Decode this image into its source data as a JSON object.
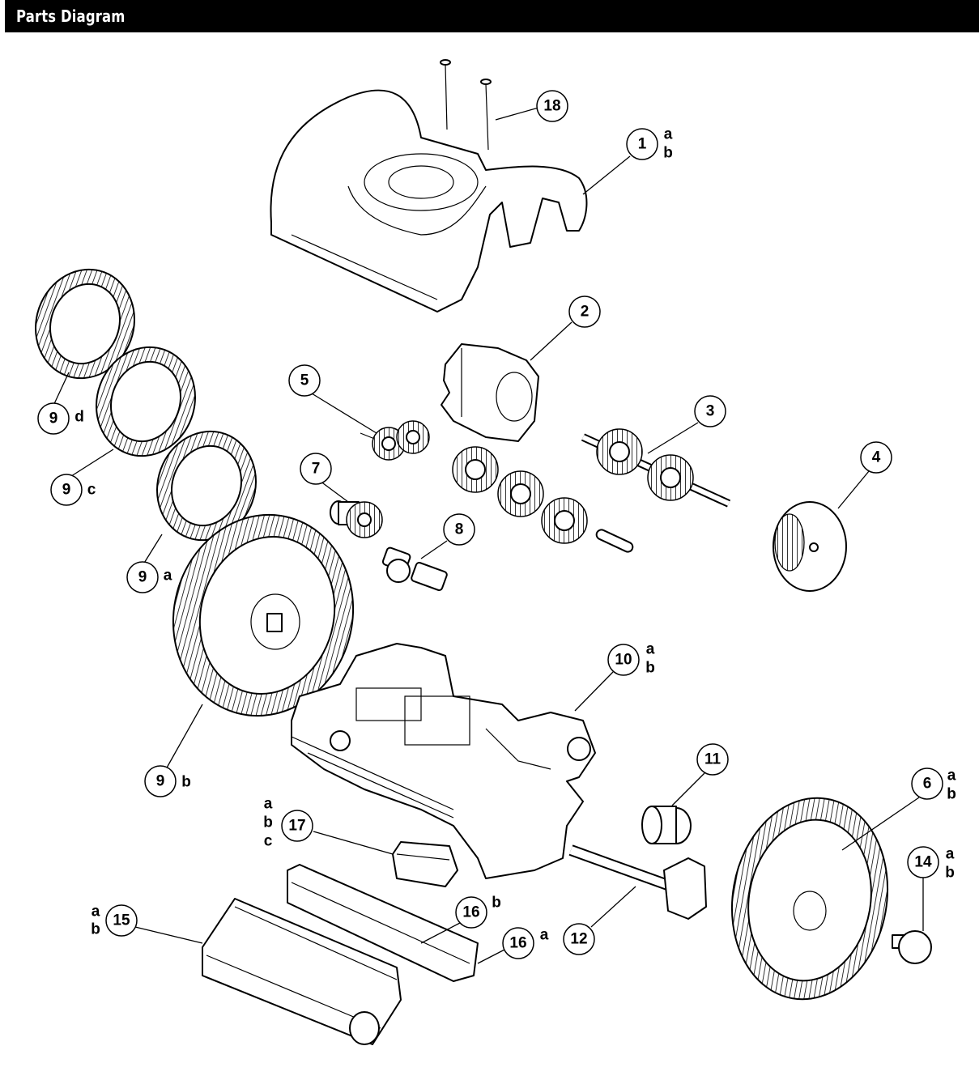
{
  "header": {
    "title": "Parts Diagram"
  },
  "callouts": [
    {
      "id": "c18",
      "number": "18",
      "suffixes": []
    },
    {
      "id": "c1",
      "number": "1",
      "suffixes": [
        "a",
        "b"
      ]
    },
    {
      "id": "c2",
      "number": "2",
      "suffixes": []
    },
    {
      "id": "c3",
      "number": "3",
      "suffixes": []
    },
    {
      "id": "c4",
      "number": "4",
      "suffixes": []
    },
    {
      "id": "c5",
      "number": "5",
      "suffixes": []
    },
    {
      "id": "c7",
      "number": "7",
      "suffixes": []
    },
    {
      "id": "c8",
      "number": "8",
      "suffixes": []
    },
    {
      "id": "c9d",
      "number": "9",
      "suffixes": [
        "d"
      ]
    },
    {
      "id": "c9c",
      "number": "9",
      "suffixes": [
        "c"
      ]
    },
    {
      "id": "c9a",
      "number": "9",
      "suffixes": [
        "a"
      ]
    },
    {
      "id": "c9b",
      "number": "9",
      "suffixes": [
        "b"
      ]
    },
    {
      "id": "c10",
      "number": "10",
      "suffixes": [
        "a",
        "b"
      ]
    },
    {
      "id": "c11",
      "number": "11",
      "suffixes": []
    },
    {
      "id": "c6",
      "number": "6",
      "suffixes": [
        "a",
        "b"
      ]
    },
    {
      "id": "c14",
      "number": "14",
      "suffixes": [
        "a",
        "b"
      ]
    },
    {
      "id": "c17",
      "number": "17",
      "suffixes": [
        "a",
        "b",
        "c"
      ]
    },
    {
      "id": "c16b",
      "number": "16",
      "suffixes": [
        "b"
      ]
    },
    {
      "id": "c16a",
      "number": "16",
      "suffixes": [
        "a"
      ]
    },
    {
      "id": "c15",
      "number": "15",
      "suffixes": [
        "a",
        "b"
      ]
    },
    {
      "id": "c12",
      "number": "12",
      "suffixes": []
    }
  ]
}
